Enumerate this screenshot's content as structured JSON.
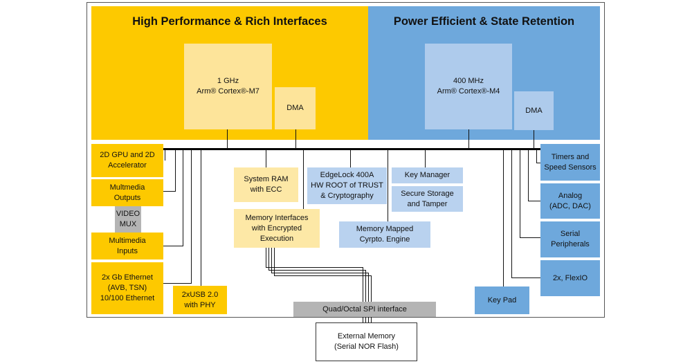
{
  "panels": {
    "left_title": "High Performance & Rich Interfaces",
    "right_title": "Power Efficient & State Retention"
  },
  "cores": {
    "m7": "1 GHz\nArm® Cortex®-M7",
    "m7_dma": "DMA",
    "m4": "400 MHz\nArm® Cortex®-M4",
    "m4_dma": "DMA"
  },
  "left_blocks": {
    "gpu": "2D GPU and 2D\nAccelerator",
    "mm_out": "Multmedia\nOutputs",
    "video_mux": "VIDEO\nMUX",
    "mm_in": "Multimedia\nInputs",
    "ethernet": "2x Gb Ethernet\n(AVB, TSN)\n10/100 Ethernet",
    "usb": "2xUSB 2.0\nwith PHY"
  },
  "center_blocks": {
    "sysram": "System RAM\nwith ECC",
    "meminterfaces": "Memory Interfaces\nwith Encrypted\nExecution",
    "edgelock": "EdgeLock 400A\nHW ROOT of TRUST\n& Cryptography",
    "keymgr": "Key Manager",
    "securestorage": "Secure Storage\nand Tamper",
    "mmcrypto": "Memory Mapped\nCyrpto. Engine"
  },
  "right_blocks": {
    "timers": "Timers and\nSpeed Sensors",
    "analog": "Analog\n(ADC, DAC)",
    "serial": "Serial\nPeripherals",
    "flexio": "2x, FlexIO",
    "keypad": "Key Pad"
  },
  "spi": "Quad/Octal SPI interface",
  "external": "External Memory\n(Serial NOR Flash)",
  "colors": {
    "yellow": "#fdc900",
    "light_yellow": "#fde49a",
    "blue": "#6ea8dc",
    "light_blue": "#aecbec",
    "gray": "#b4b4b4"
  }
}
